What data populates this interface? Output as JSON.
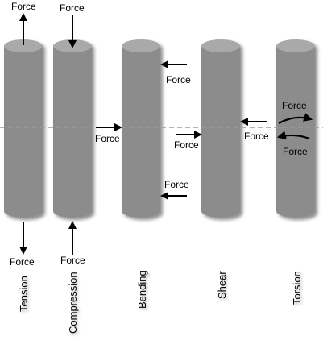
{
  "diagram": {
    "force_label": "Force",
    "centerline_color": "#9a9a9a",
    "cylinder_color": "#8c8c8c",
    "cylinder_top_color": "#a9a9a9",
    "arrow_color": "#000000",
    "categories": [
      {
        "key": "tension",
        "label": "Tension"
      },
      {
        "key": "compression",
        "label": "Compression"
      },
      {
        "key": "bending",
        "label": "Bending"
      },
      {
        "key": "shear",
        "label": "Shear"
      },
      {
        "key": "torsion",
        "label": "Torsion"
      }
    ]
  }
}
